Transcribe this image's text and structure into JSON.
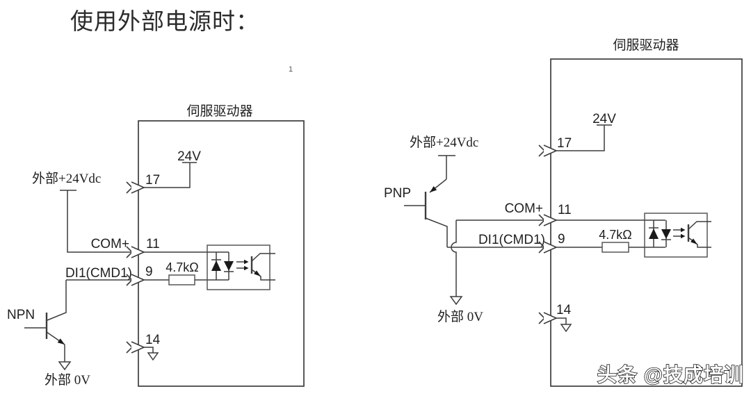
{
  "page": {
    "title": "使用外部电源时：",
    "page_marker": "1",
    "watermark": "头条 @技成培训"
  },
  "colors": {
    "ink": "#3c3c3c",
    "text": "#1f1f1f",
    "watermark_fill": "#ffffff",
    "watermark_stroke": "#1c1c1c",
    "background": "#ffffff"
  },
  "npn_diagram": {
    "transistor_type": "NPN",
    "box_title": "伺服驱动器",
    "external_supply": "外部+24Vdc",
    "external_ground": "外部 0V",
    "internal_supply": "24V",
    "com_label": "COM+",
    "di_label": "DI1(CMD1)",
    "resistor_value": "4.7kΩ",
    "terminals": {
      "supply": "17",
      "com": "11",
      "di": "9",
      "reserve": "14"
    }
  },
  "pnp_diagram": {
    "transistor_type": "PNP",
    "box_title": "伺服驱动器",
    "external_supply": "外部+24Vdc",
    "external_ground": "外部 0V",
    "internal_supply": "24V",
    "com_label": "COM+",
    "di_label": "DI1(CMD1)",
    "resistor_value": "4.7kΩ",
    "terminals": {
      "supply": "17",
      "com": "11",
      "di": "9",
      "reserve": "14"
    }
  }
}
